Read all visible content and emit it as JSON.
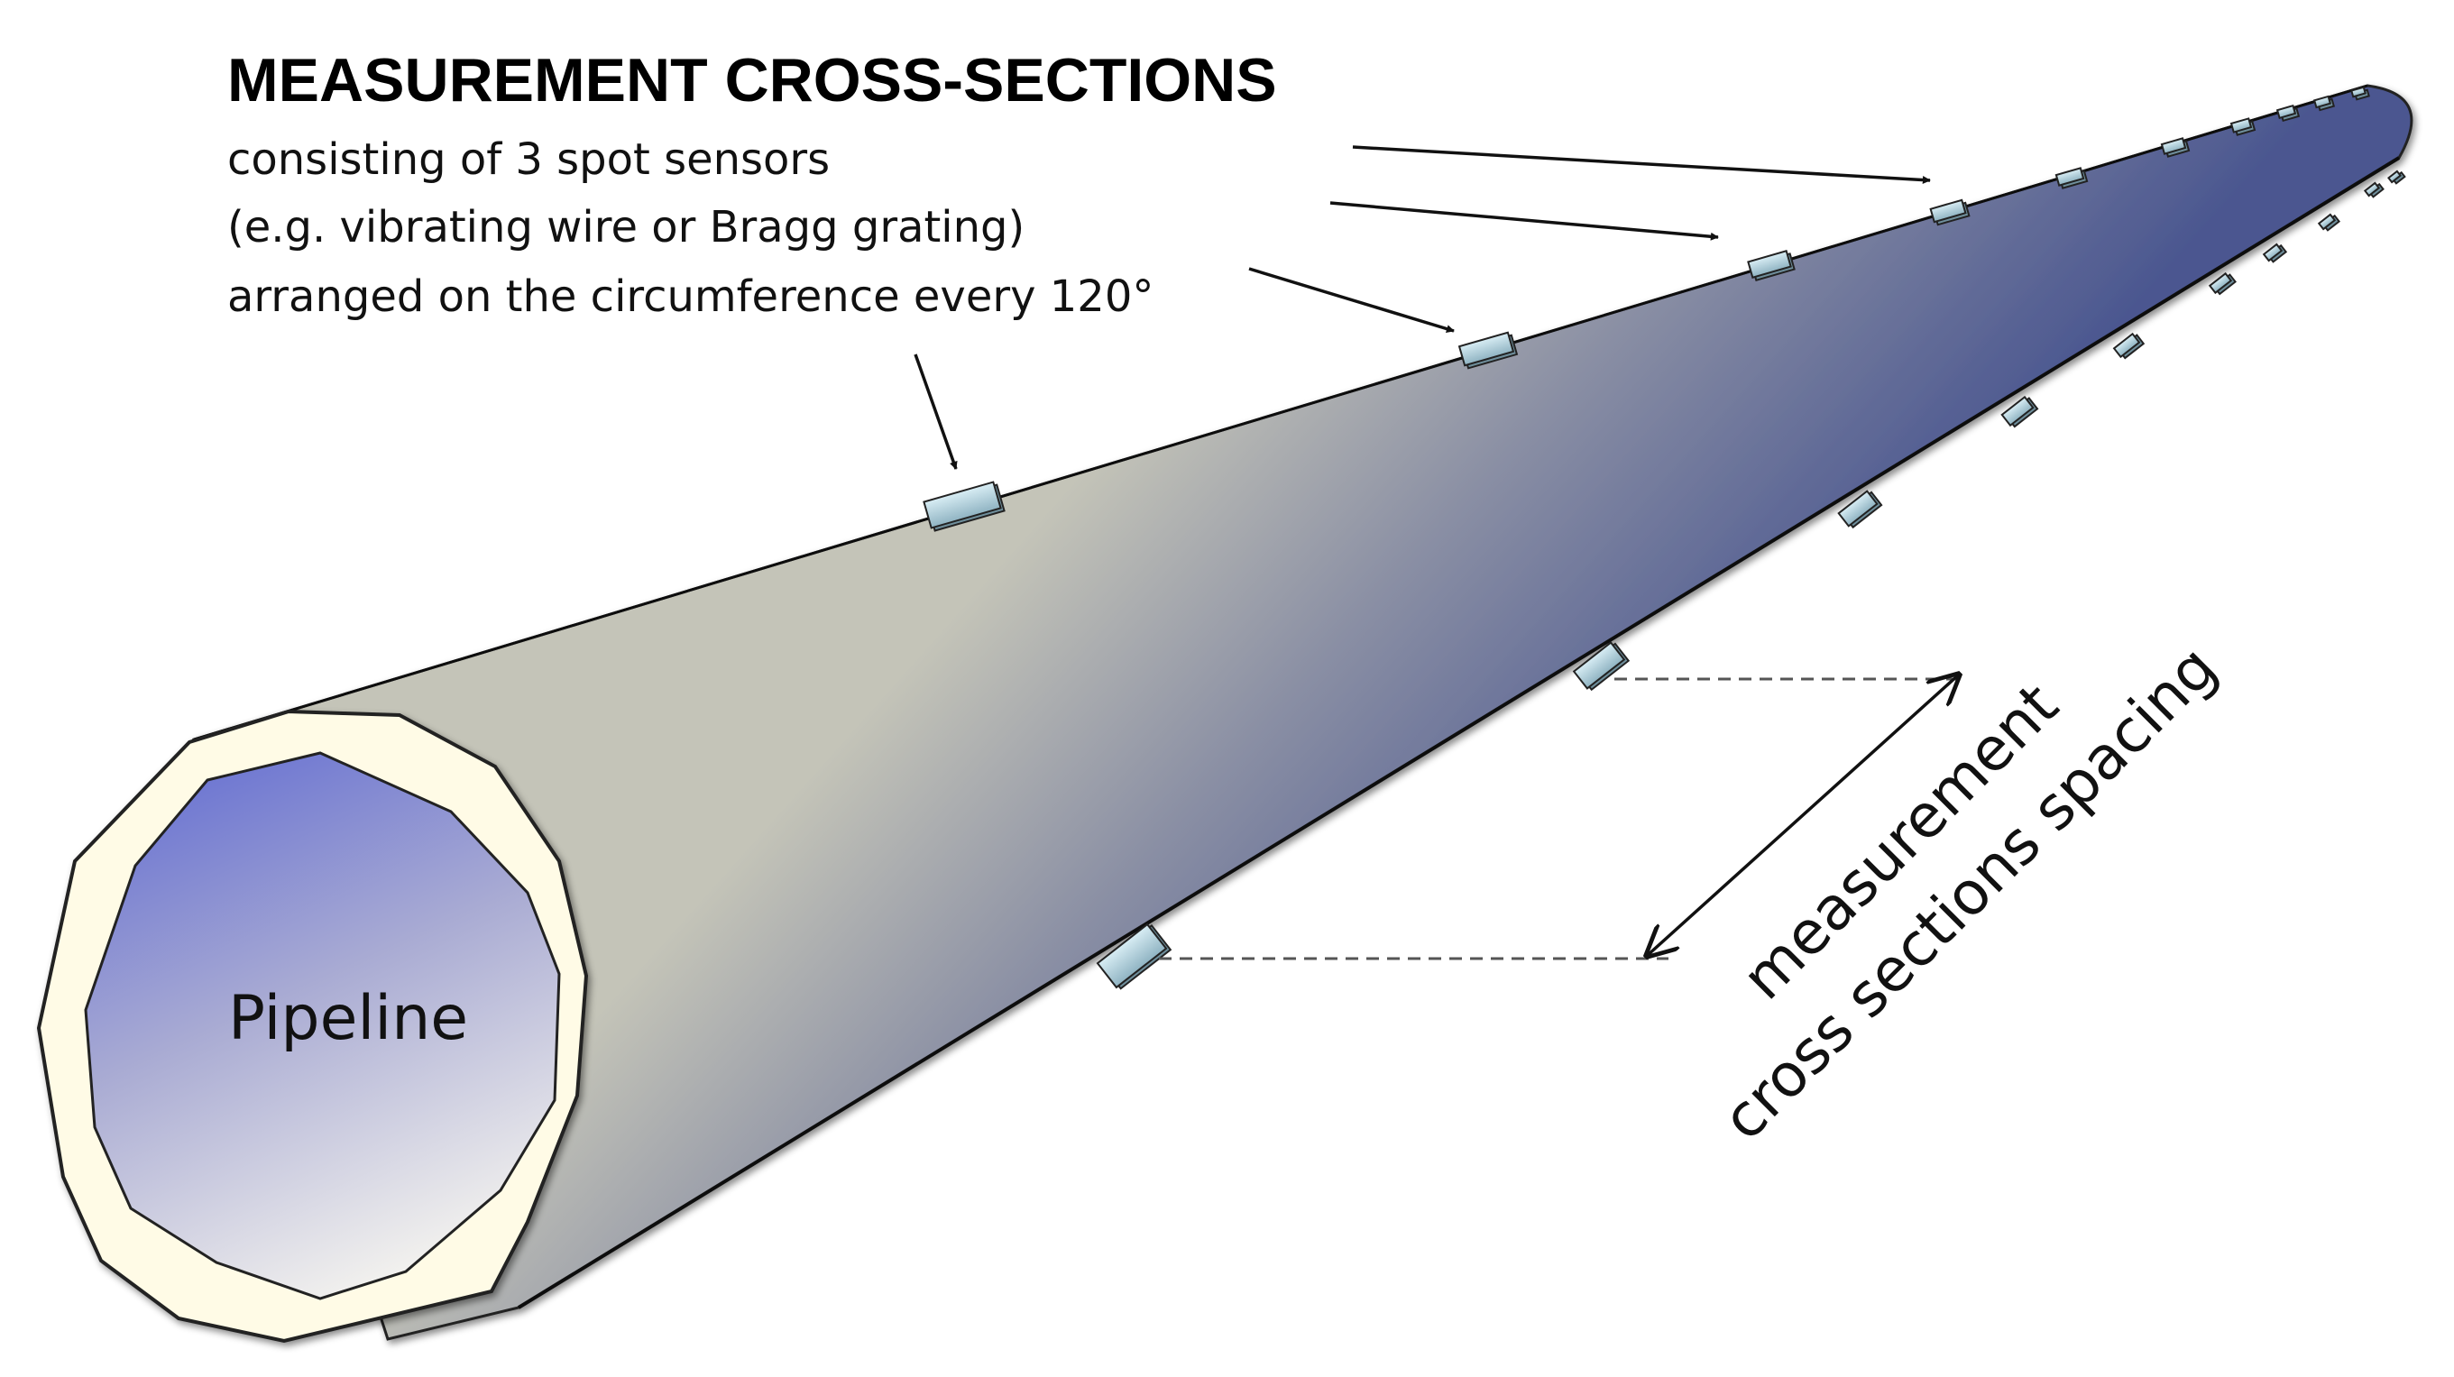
{
  "title": "MEASUREMENT CROSS-SECTIONS",
  "description_lines": [
    "consisting of 3 spot sensors",
    "(e.g. vibrating wire or Bragg grating)",
    "arranged on the circumference every 120°"
  ],
  "pipe_label": "Pipeline",
  "spacing_label_lines": [
    "measurement",
    "cross sections spacing"
  ],
  "colors": {
    "pipe_light": "#c3c3b7",
    "pipe_dark": "#4a5690",
    "bore_top": "#6f78d3",
    "bore_bottom": "#f1f0ee",
    "wall": "#fffbe6",
    "sensor": "#b8d4df"
  }
}
